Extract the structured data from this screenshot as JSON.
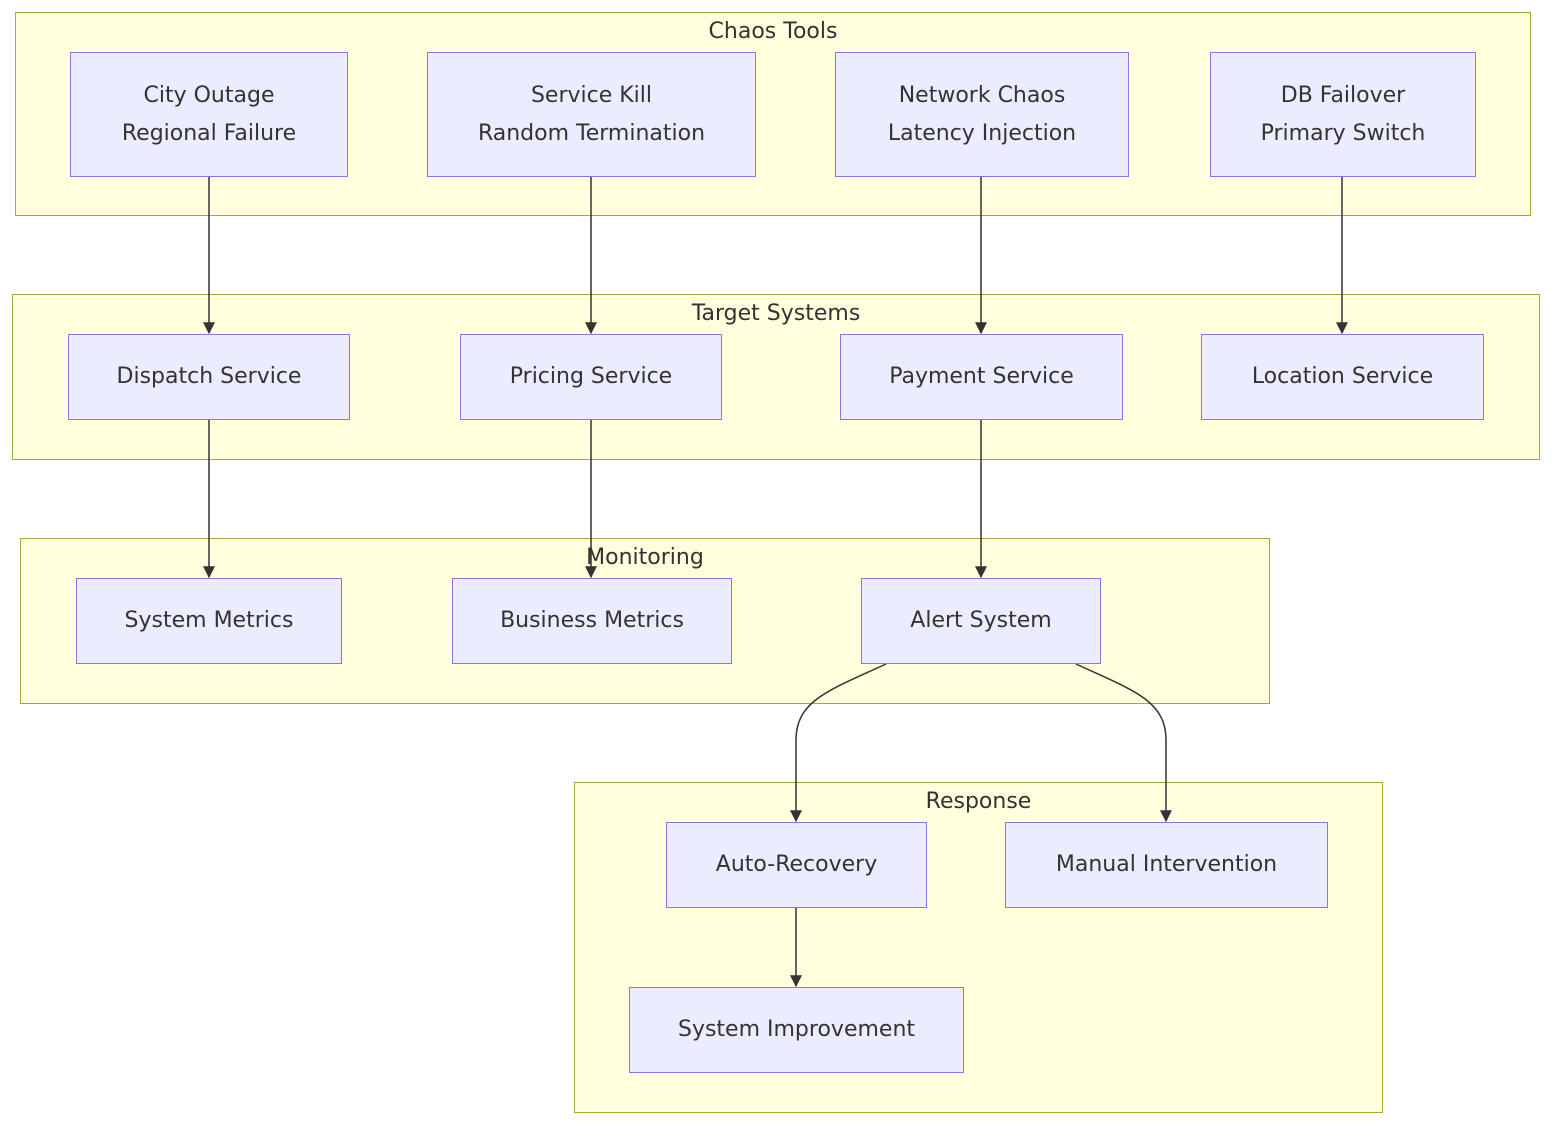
{
  "colors": {
    "cluster_fill": "#ffffde",
    "cluster_stroke": "#aaaa33",
    "node_fill": "#ececff",
    "node_stroke": "#9370db",
    "edge": "#333333"
  },
  "clusters": {
    "chaos_tools": "Chaos Tools",
    "target_systems": "Target Systems",
    "monitoring": "Monitoring",
    "response": "Response"
  },
  "nodes": {
    "city_outage": {
      "line1": "City Outage",
      "line2": "Regional Failure"
    },
    "service_kill": {
      "line1": "Service Kill",
      "line2": "Random Termination"
    },
    "network_chaos": {
      "line1": "Network Chaos",
      "line2": "Latency Injection"
    },
    "db_failover": {
      "line1": "DB Failover",
      "line2": "Primary Switch"
    },
    "dispatch_service": "Dispatch Service",
    "pricing_service": "Pricing Service",
    "payment_service": "Payment Service",
    "location_service": "Location Service",
    "system_metrics": "System Metrics",
    "business_metrics": "Business Metrics",
    "alert_system": "Alert System",
    "auto_recovery": "Auto-Recovery",
    "manual_intervention": "Manual Intervention",
    "system_improvement": "System Improvement"
  },
  "edges": [
    {
      "from": "City Outage",
      "to": "Dispatch Service"
    },
    {
      "from": "Service Kill",
      "to": "Pricing Service"
    },
    {
      "from": "Network Chaos",
      "to": "Payment Service"
    },
    {
      "from": "DB Failover",
      "to": "Location Service"
    },
    {
      "from": "Dispatch Service",
      "to": "System Metrics"
    },
    {
      "from": "Pricing Service",
      "to": "Business Metrics"
    },
    {
      "from": "Payment Service",
      "to": "Alert System"
    },
    {
      "from": "Alert System",
      "to": "Auto-Recovery"
    },
    {
      "from": "Alert System",
      "to": "Manual Intervention"
    },
    {
      "from": "Auto-Recovery",
      "to": "System Improvement"
    }
  ]
}
